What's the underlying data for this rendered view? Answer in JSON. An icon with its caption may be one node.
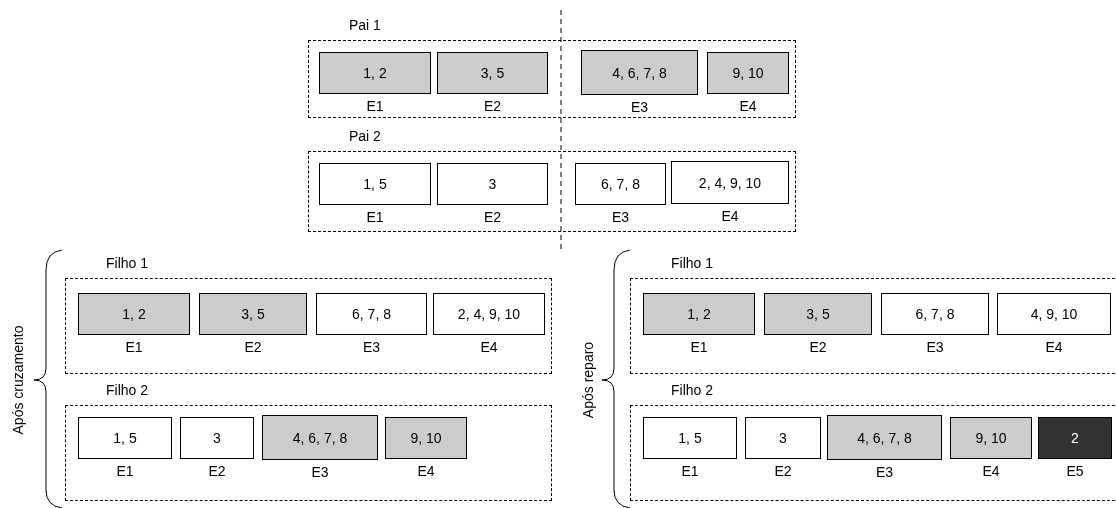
{
  "diagram": {
    "nodes": [
      {
        "text": [
          "Pai 1"
        ]
      },
      {
        "text": [
          "1, 2"
        ],
        "in": 0,
        "beside": [
          "E1"
        ]
      },
      {
        "text": [
          "3, 5"
        ],
        "in": 0,
        "beside": [
          "E2"
        ]
      },
      {
        "text": [
          "4, 6, 7, 8"
        ],
        "in": 0,
        "beside": [
          "E3"
        ]
      },
      {
        "text": [
          "9, 10"
        ],
        "in": 0,
        "beside": [
          "E4"
        ]
      },
      {
        "text": [
          "Pai 2"
        ]
      },
      {
        "text": [
          "1, 5"
        ],
        "in": 5,
        "beside": [
          "E1"
        ]
      },
      {
        "text": [
          "3"
        ],
        "in": 5,
        "beside": [
          "E2"
        ]
      },
      {
        "text": [
          "6, 7, 8"
        ],
        "in": 5,
        "beside": [
          "E3"
        ]
      },
      {
        "text": [
          "2, 4, 9, 10"
        ],
        "in": 5,
        "beside": [
          "E4"
        ]
      },
      {
        "text": [
          "Filho 1"
        ]
      },
      {
        "text": [
          "1, 2"
        ],
        "in": 10,
        "beside": [
          "E1"
        ]
      },
      {
        "text": [
          "3, 5"
        ],
        "in": 10,
        "beside": [
          "E2"
        ]
      },
      {
        "text": [
          "6, 7, 8"
        ],
        "in": 10,
        "beside": [
          "E3"
        ]
      },
      {
        "text": [
          "2, 4, 9, 10"
        ],
        "in": 10,
        "beside": [
          "E4"
        ]
      },
      {
        "text": [
          "Filho 2"
        ]
      },
      {
        "text": [
          "1, 5"
        ],
        "in": 15,
        "beside": [
          "E1"
        ]
      },
      {
        "text": [
          "3"
        ],
        "in": 15,
        "beside": [
          "E2"
        ]
      },
      {
        "text": [
          "4, 6, 7, 8"
        ],
        "in": 15,
        "beside": [
          "E3"
        ]
      },
      {
        "text": [
          "9, 10"
        ],
        "in": 15,
        "beside": [
          "E4"
        ]
      },
      {
        "text": [
          "Filho 1"
        ]
      },
      {
        "text": [
          "1, 2"
        ],
        "in": 20,
        "beside": [
          "E1"
        ]
      },
      {
        "text": [
          "3, 5"
        ],
        "in": 20,
        "beside": [
          "E2"
        ]
      },
      {
        "text": [
          "6, 7, 8"
        ],
        "in": 20,
        "beside": [
          "E3"
        ]
      },
      {
        "text": [
          "4, 9, 10"
        ],
        "in": 20,
        "beside": [
          "E4"
        ]
      },
      {
        "text": [
          "Filho 2"
        ]
      },
      {
        "text": [
          "1, 5"
        ],
        "in": 25,
        "beside": [
          "E1"
        ]
      },
      {
        "text": [
          "3"
        ],
        "in": 25,
        "beside": [
          "E2"
        ]
      },
      {
        "text": [
          "4, 6, 7, 8"
        ],
        "in": 25,
        "beside": [
          "E3"
        ]
      },
      {
        "text": [
          "9, 10"
        ],
        "in": 25,
        "beside": [
          "E4"
        ]
      },
      {
        "text": [
          "2"
        ],
        "in": 25,
        "beside": [
          "E5"
        ]
      }
    ],
    "edges": [],
    "labels": [
      "Após cruzamento",
      "Após reparo"
    ]
  }
}
